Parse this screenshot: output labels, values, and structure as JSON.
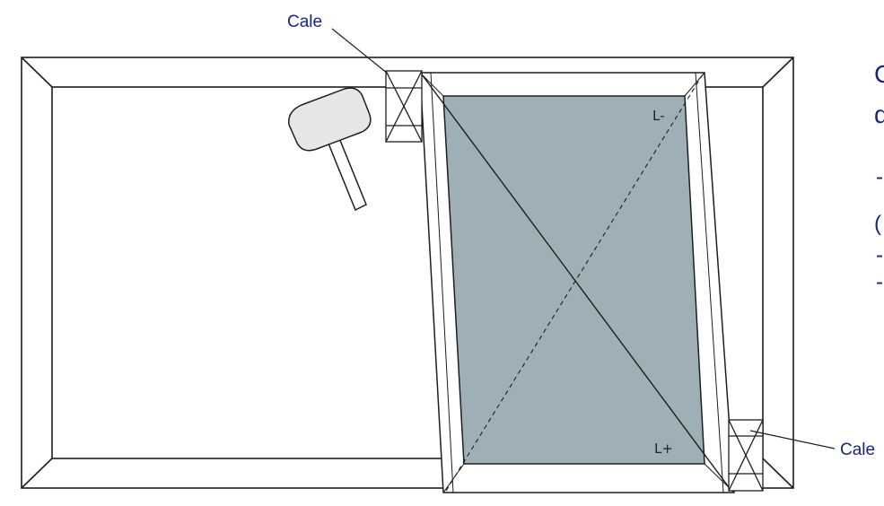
{
  "labels": {
    "cale_top": "Cale",
    "cale_bottom": "Cale",
    "l_minus": "L-",
    "l_plus": "L+"
  },
  "side_text": {
    "line1": "C",
    "line2": "d",
    "line3": "-",
    "line4": "(",
    "line5": "-",
    "line6": "-"
  },
  "colors": {
    "glass": "#9eb0b5",
    "stroke": "#1e1e1e",
    "label": "#1a237e",
    "mallet_head": "#e6e6e6"
  },
  "icons": {
    "mallet": "mallet-icon",
    "shim": "shim-icon"
  }
}
